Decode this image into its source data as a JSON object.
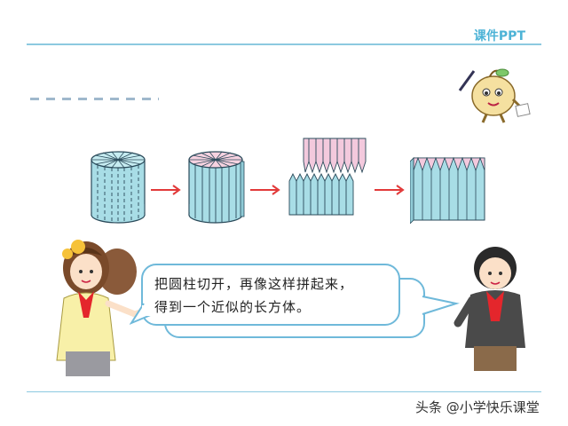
{
  "header": {
    "brand": "课件PPT"
  },
  "speech_bubble": {
    "line1": "把圆柱切开，再像这样拼起来，",
    "line2": "得到一个近似的长方体。"
  },
  "footer": {
    "watermark": "头条 @小学快乐课堂"
  },
  "colors": {
    "rule": "#8cc9e0",
    "cyl_fill": "#a8dde6",
    "cyl_stroke": "#2a4a5a",
    "pink": "#f3c9dd",
    "arrow": "#e23a3a"
  }
}
